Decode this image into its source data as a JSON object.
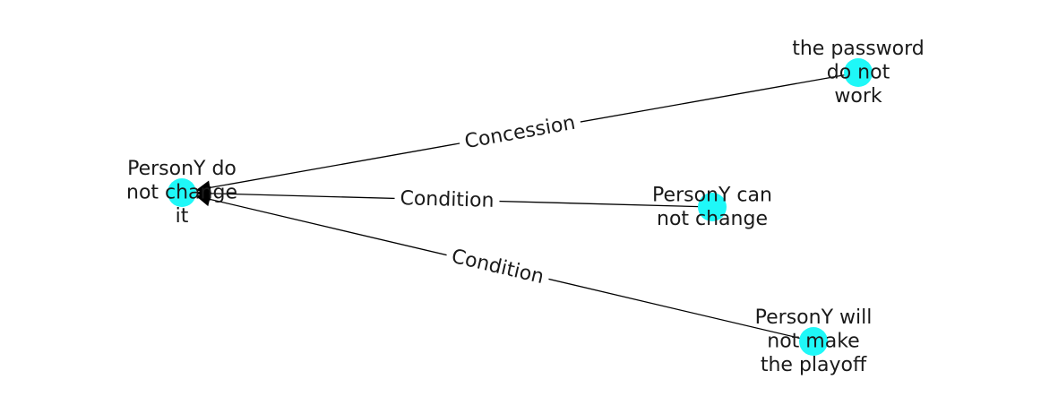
{
  "colors": {
    "node_fill": "#1ff8f8",
    "edge": "#000000",
    "text": "#1a1a1a",
    "background": "#ffffff"
  },
  "nodes": [
    {
      "id": "n0",
      "label_lines": [
        "PersonY do",
        "not change",
        "it"
      ]
    },
    {
      "id": "n1",
      "label_lines": [
        "the password",
        "do not",
        "work"
      ]
    },
    {
      "id": "n2",
      "label_lines": [
        "PersonY can",
        "not change"
      ]
    },
    {
      "id": "n3",
      "label_lines": [
        "PersonY will",
        "not make",
        "the playoff"
      ]
    }
  ],
  "edges": [
    {
      "id": "e0",
      "from": "n1",
      "to": "n0",
      "label": "Concession"
    },
    {
      "id": "e1",
      "from": "n2",
      "to": "n0",
      "label": "Condition"
    },
    {
      "id": "e2",
      "from": "n3",
      "to": "n0",
      "label": "Condition"
    }
  ]
}
